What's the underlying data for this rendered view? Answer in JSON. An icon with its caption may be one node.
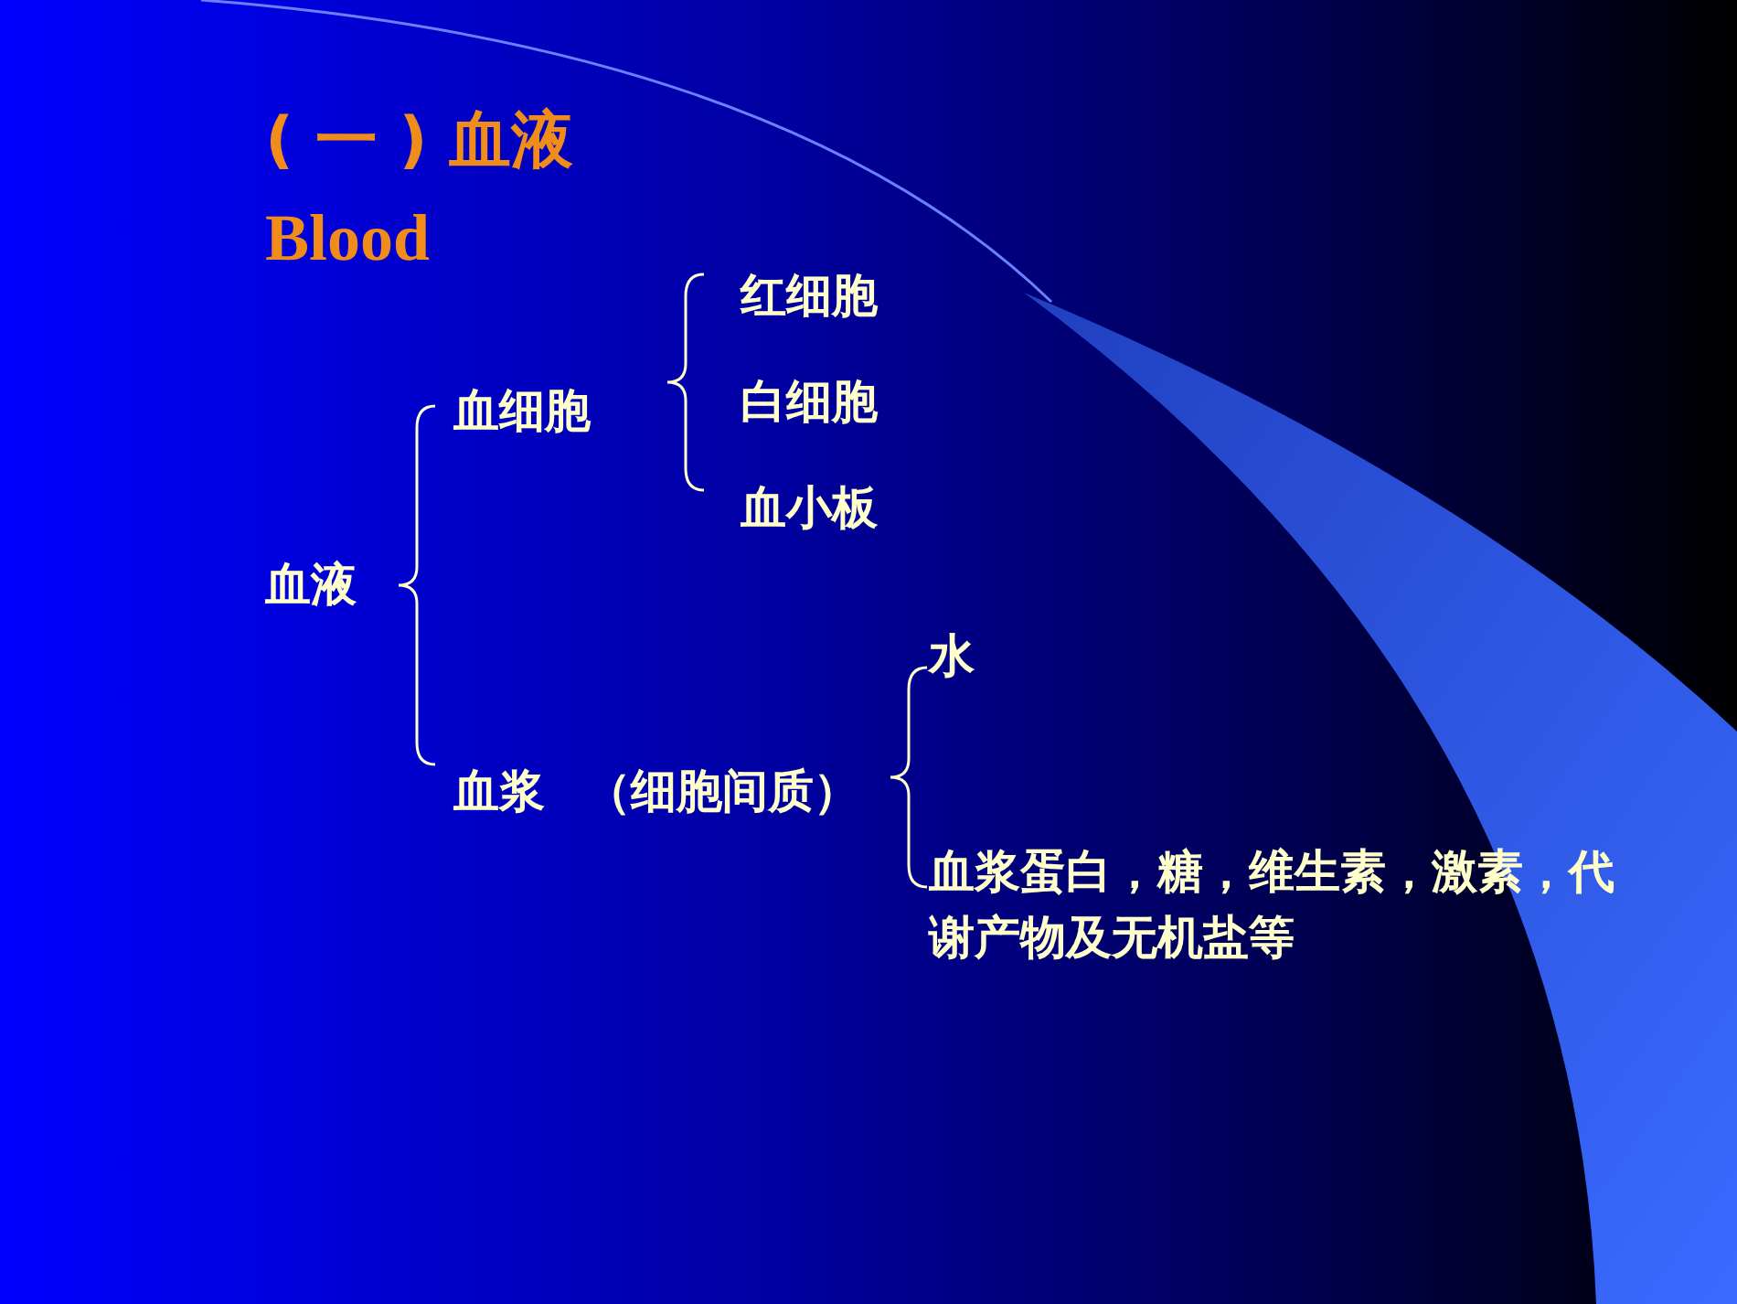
{
  "diagram": {
    "title": "( 一 ) 血液",
    "nodes": [
      {
        "text": [
          "血液"
        ]
      },
      {
        "text": [
          "血细胞"
        ]
      },
      {
        "text": [
          "红细胞"
        ]
      },
      {
        "text": [
          "白细胞"
        ]
      },
      {
        "text": [
          "血小板"
        ]
      },
      {
        "text": [
          "血浆",
          "（细胞间质）"
        ]
      },
      {
        "text": [
          "水"
        ]
      },
      {
        "text": [
          "血浆蛋白，糖，维生素，激素，代谢产物及无机盐等"
        ]
      }
    ],
    "labels": [
      "Blood"
    ]
  }
}
